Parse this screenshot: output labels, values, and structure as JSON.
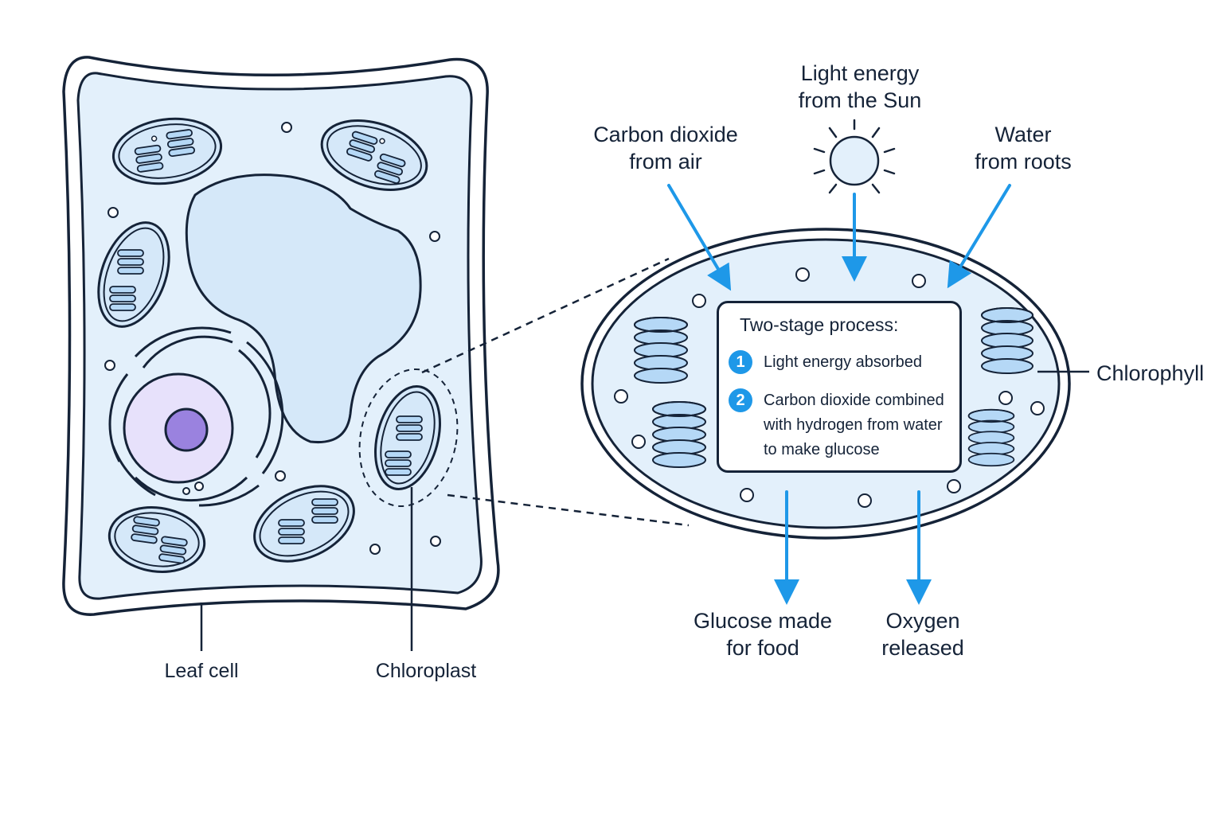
{
  "colors": {
    "outline": "#152338",
    "cell_fill": "#e3f0fb",
    "arrow": "#1e98e8",
    "thylakoid": "#b5d8f6",
    "nucleus_fill": "#e7e1fb",
    "nucleolus": "#9a82df"
  },
  "inputs": {
    "light": {
      "line1": "Light energy",
      "line2": "from the Sun",
      "icon": "sun-icon"
    },
    "co2": {
      "line1": "Carbon dioxide",
      "line2": "from air"
    },
    "water": {
      "line1": "Water",
      "line2": "from roots"
    }
  },
  "outputs": {
    "glucose": {
      "line1": "Glucose made",
      "line2": "for food"
    },
    "oxygen": {
      "line1": "Oxygen",
      "line2": "released"
    }
  },
  "labels": {
    "leaf_cell": "Leaf cell",
    "chloroplast": "Chloroplast",
    "chlorophyll": "Chlorophyll"
  },
  "process": {
    "title": "Two-stage process:",
    "steps": [
      {
        "num": "1",
        "line1": "Light energy absorbed"
      },
      {
        "num": "2",
        "line1": "Carbon dioxide combined",
        "line2": "with hydrogen from water",
        "line3": "to make glucose"
      }
    ]
  }
}
